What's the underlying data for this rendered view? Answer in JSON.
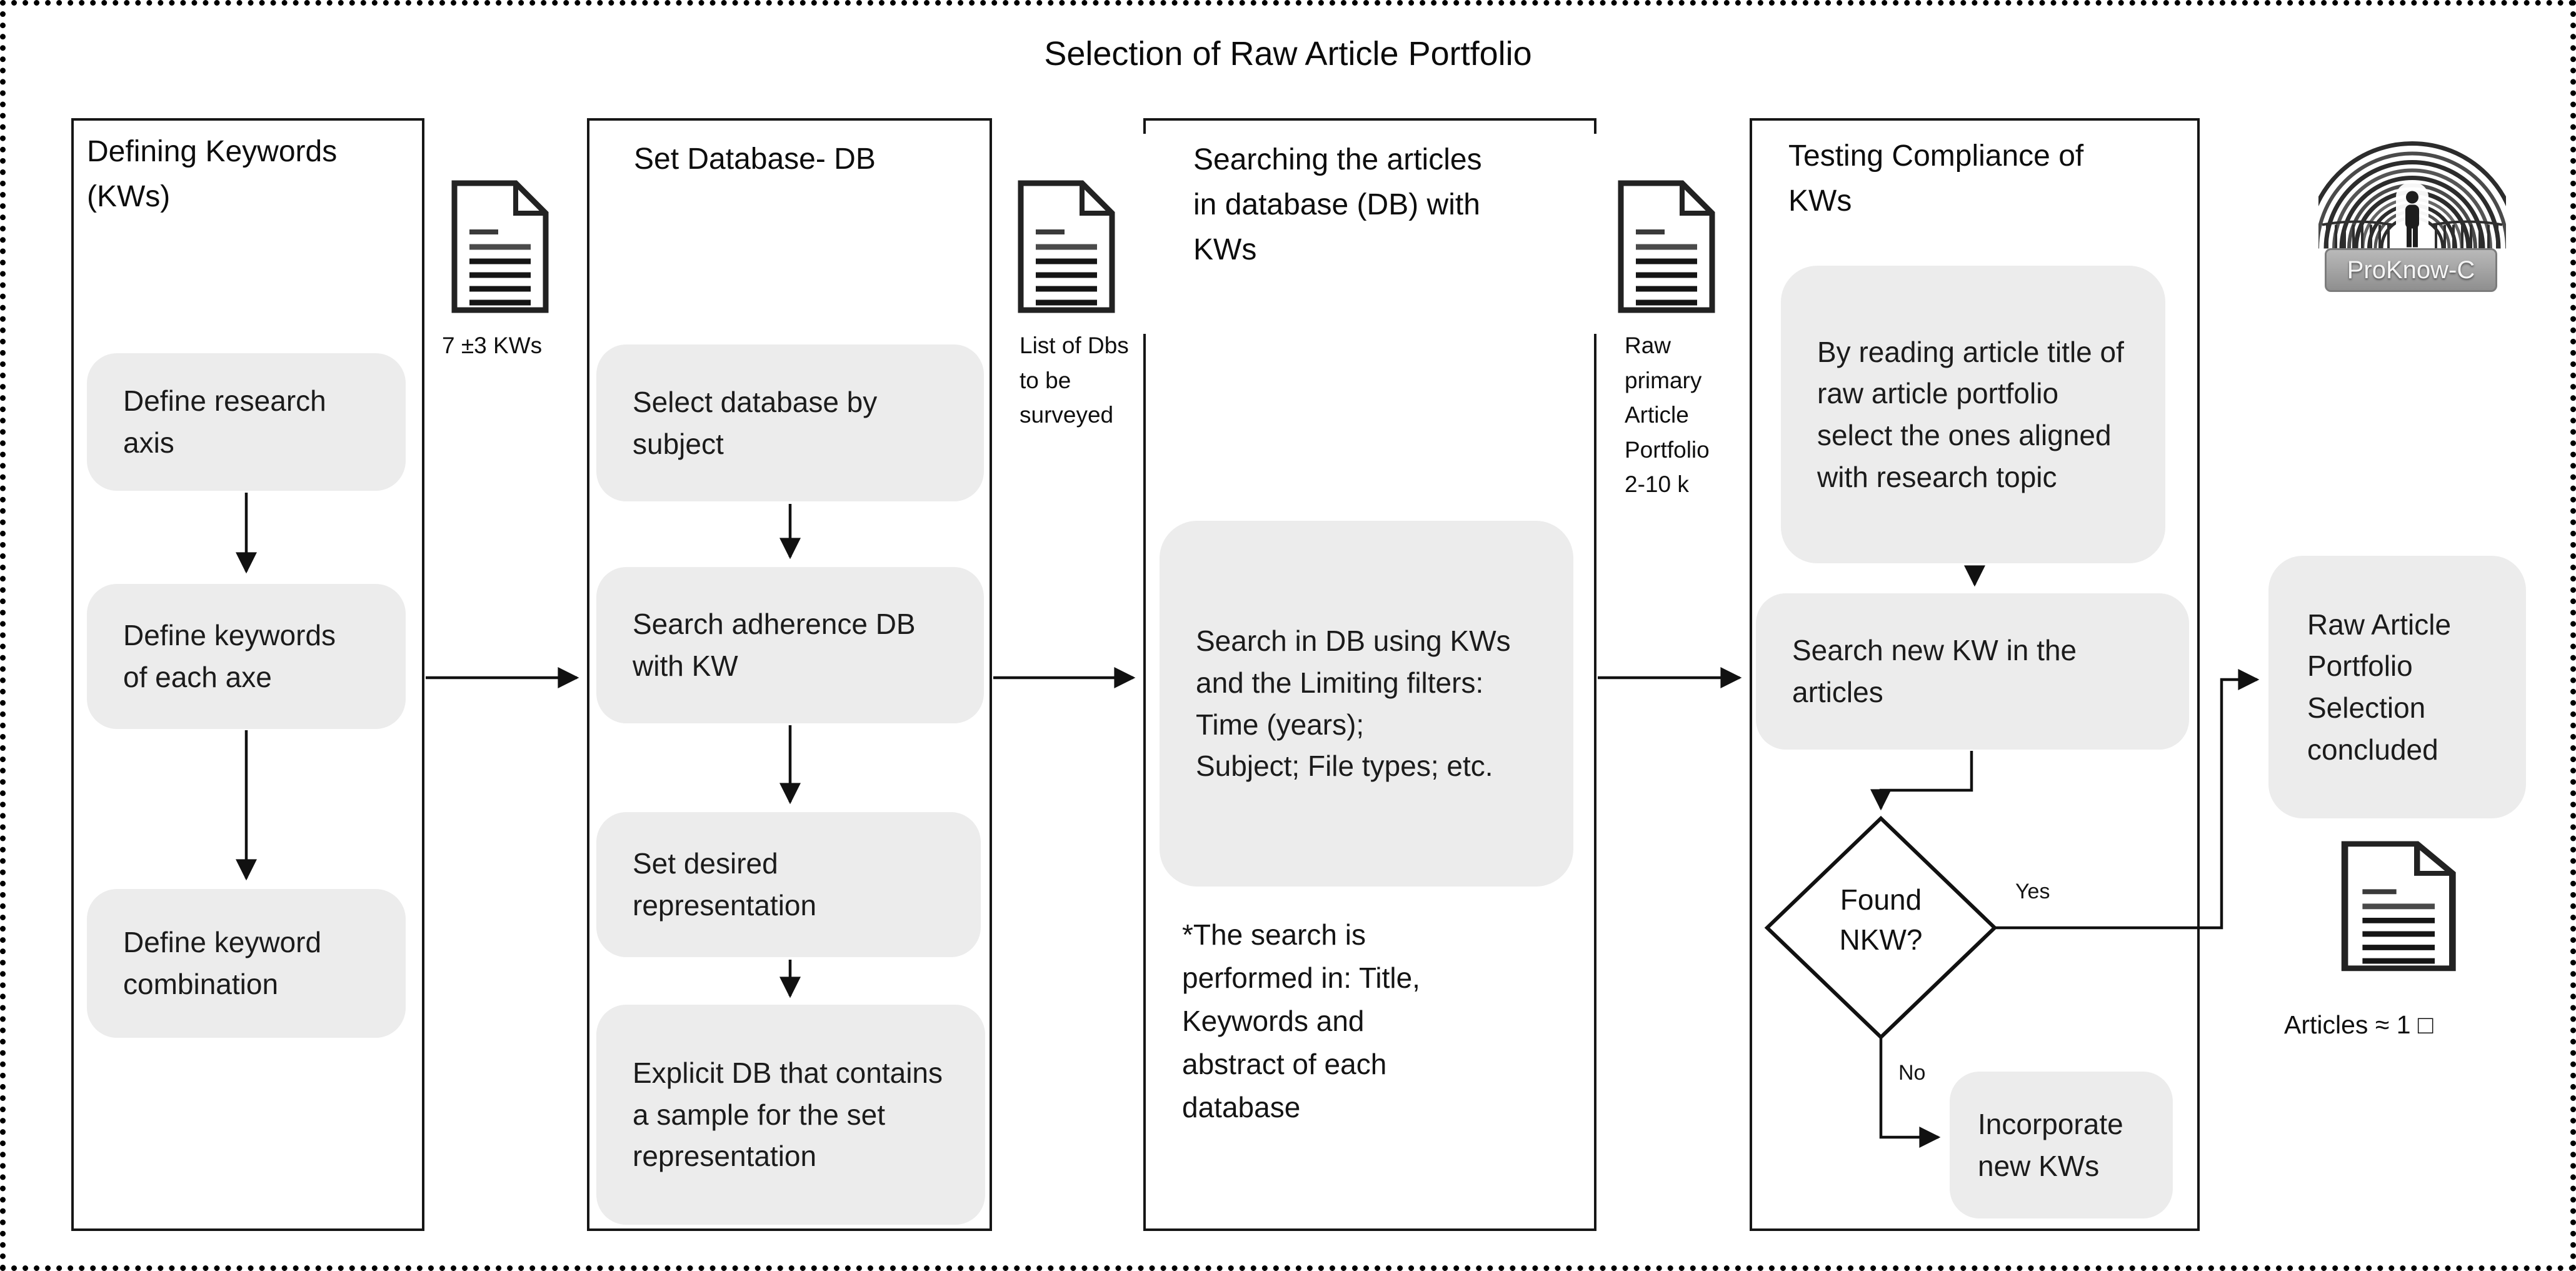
{
  "title": "Selection of Raw Article Portfolio",
  "logo": {
    "label": "ProKnow-C"
  },
  "stages": [
    {
      "header": "Defining Keywords\n(KWs)",
      "steps": [
        "Define research\naxis",
        "Define keywords\nof each axe",
        "Define keyword\ncombination"
      ]
    },
    {
      "header": "Set Database- DB",
      "steps": [
        "Select database by\nsubject",
        "Search adherence DB\nwith KW",
        "Set desired\nrepresentation",
        "Explicit DB that contains\na sample for the set\nrepresentation"
      ]
    },
    {
      "header": "Searching the articles\nin database (DB) with\nKWs",
      "steps": [
        "Search in DB using KWs\nand the Limiting filters:\nTime (years);\nSubject; File types; etc."
      ],
      "note": "*The search is\nperformed in: Title,\nKeywords and\nabstract of each\ndatabase"
    },
    {
      "header": "Testing Compliance of\nKWs",
      "steps": [
        "By reading article title of\nraw article portfolio\nselect the ones aligned\nwith research topic",
        "Search new KW in the\narticles"
      ],
      "decision": {
        "label": "Found\nNKW?",
        "yes": "Yes",
        "no": "No"
      },
      "no_action": "Incorporate\nnew KWs"
    }
  ],
  "artifacts": [
    {
      "label": "7 ±3 KWs"
    },
    {
      "label": "List of Dbs\nto be\nsurveyed"
    },
    {
      "label": "Raw\nprimary\nArticle\nPortfolio\n2-10 k"
    },
    {
      "label": "Articles ≈  1 □"
    }
  ],
  "result": "Raw Article\nPortfolio\nSelection\nconcluded"
}
